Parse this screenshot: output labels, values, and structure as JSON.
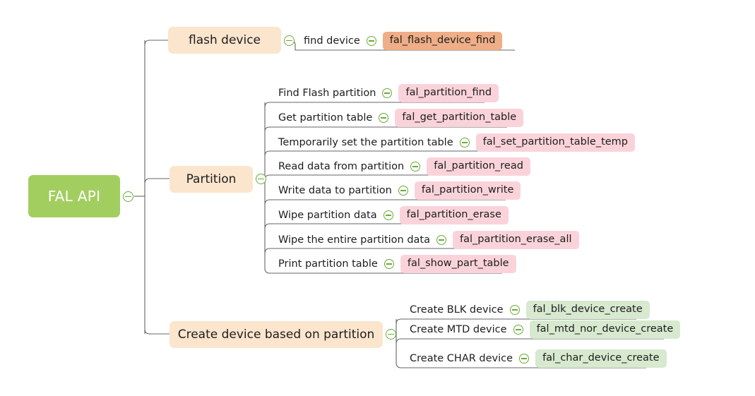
{
  "diagram": {
    "type": "mind-map",
    "root": {
      "label": "FAL API",
      "color": "#a2ce5f",
      "text_color": "#ffffff"
    },
    "toggle_icon": "collapse-minus-circle-icon",
    "branch_color": "#fbe5cd",
    "branches": [
      {
        "label": "flash device",
        "badge_color": "#efae87",
        "leaves": [
          {
            "label": "find device",
            "badge": "fal_flash_device_find"
          }
        ]
      },
      {
        "label": "Partition",
        "badge_color": "#fad3da",
        "leaves": [
          {
            "label": "Find Flash partition",
            "badge": "fal_partition_find"
          },
          {
            "label": "Get partition table",
            "badge": "fal_get_partition_table"
          },
          {
            "label": "Temporarily set the partition table",
            "badge": "fal_set_partition_table_temp"
          },
          {
            "label": "Read data from partition",
            "badge": "fal_partition_read"
          },
          {
            "label": "Write data to partition",
            "badge": "fal_partition_write"
          },
          {
            "label": "Wipe partition data",
            "badge": "fal_partition_erase"
          },
          {
            "label": "Wipe the entire partition data",
            "badge": "fal_partition_erase_all"
          },
          {
            "label": "Print partition table",
            "badge": "fal_show_part_table"
          }
        ]
      },
      {
        "label": "Create device based on partition",
        "badge_color": "#d7e9cf",
        "leaves": [
          {
            "label": "Create BLK device",
            "badge": "fal_blk_device_create"
          },
          {
            "label": "Create MTD device",
            "badge": "fal_mtd_nor_device_create"
          },
          {
            "label": "Create CHAR device",
            "badge": "fal_char_device_create"
          }
        ]
      }
    ]
  }
}
